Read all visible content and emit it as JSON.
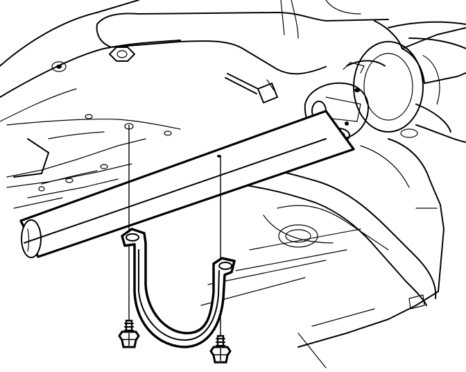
{
  "diagram": {
    "components": [
      {
        "id": "propeller-shaft",
        "icon": "shaft-icon"
      },
      {
        "id": "rear-axle-housing",
        "icon": "axle-icon"
      },
      {
        "id": "frame-rail",
        "icon": "frame-icon"
      },
      {
        "id": "support-strap",
        "icon": "bracket-icon"
      },
      {
        "id": "bolt-left",
        "icon": "bolt-icon"
      },
      {
        "id": "bolt-right",
        "icon": "bolt-icon"
      }
    ],
    "colors": {
      "line": "#000000",
      "background": "#ffffff"
    }
  }
}
